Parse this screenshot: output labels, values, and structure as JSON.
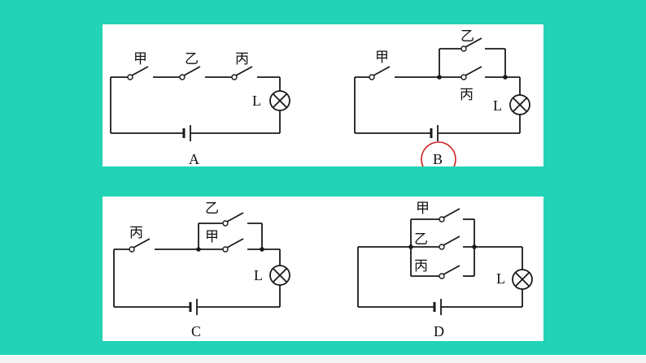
{
  "colors": {
    "background": "#22d3b6",
    "panel": "#ffffff",
    "highlight": "#cc2222"
  },
  "circuits": {
    "a": {
      "label": "A",
      "switch1": "甲",
      "switch2": "乙",
      "switch3": "丙",
      "lamp": "L"
    },
    "b": {
      "label": "B",
      "switch1": "甲",
      "switch2": "乙",
      "switch3": "丙",
      "lamp": "L",
      "selected": true
    },
    "c": {
      "label": "C",
      "switch1": "丙",
      "switch2": "乙",
      "switch3": "甲",
      "lamp": "L"
    },
    "d": {
      "label": "D",
      "switch1": "甲",
      "switch2": "乙",
      "switch3": "丙",
      "lamp": "L"
    }
  }
}
